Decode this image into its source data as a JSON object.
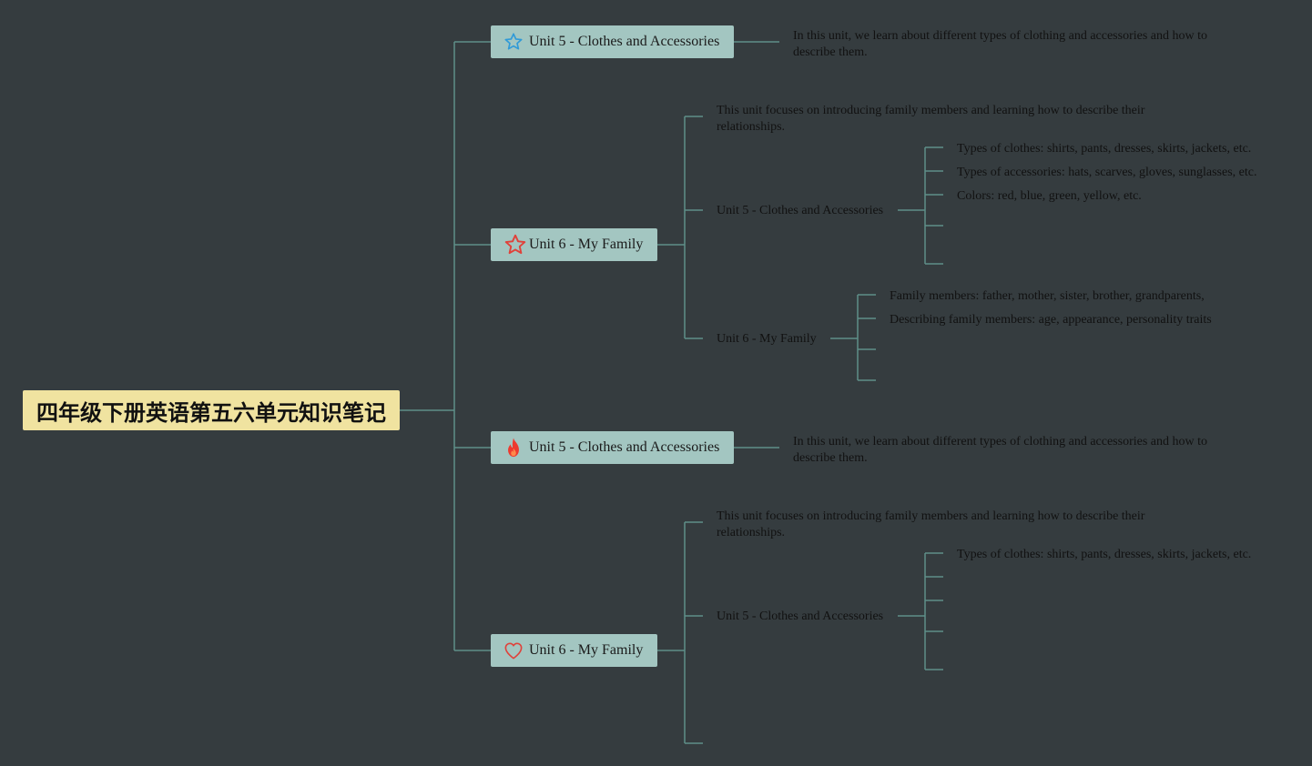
{
  "root": {
    "title": "四年级下册英语第五六单元知识笔记"
  },
  "branches": [
    {
      "label": "Unit 5 - Clothes and Accessories",
      "icon": "star-outline-blue-icon",
      "description": "In this unit, we learn about different types of clothing and accessories and how to describe them."
    },
    {
      "label": "Unit 6 - My Family",
      "icon": "star-outline-red-icon",
      "intro": "This unit focuses on introducing family members and learning how to describe their relationships.",
      "sub": [
        {
          "label": "Unit 5 - Clothes and Accessories",
          "items": [
            "Types of clothes: shirts, pants, dresses, skirts, jackets, etc.",
            "Types of accessories: hats, scarves, gloves, sunglasses, etc.",
            "Colors: red, blue, green, yellow, etc."
          ]
        },
        {
          "label": "Unit 6 - My Family",
          "items": [
            "Family members: father, mother, sister, brother, grandparents,",
            "Describing family members: age, appearance, personality traits"
          ]
        }
      ]
    },
    {
      "label": "Unit 5 - Clothes and Accessories",
      "icon": "flame-icon",
      "description": "In this unit, we learn about different types of clothing and accessories and how to describe them."
    },
    {
      "label": "Unit 6 - My Family",
      "icon": "heart-outline-icon",
      "intro": "This unit focuses on introducing family members and learning how to describe their relationships.",
      "sub": [
        {
          "label": "Unit 5 - Clothes and Accessories",
          "items": [
            "Types of clothes: shirts, pants, dresses, skirts, jackets, etc."
          ]
        }
      ]
    }
  ],
  "colors": {
    "background": "#353c3f",
    "connector": "#5e8f89",
    "branch_fill": "#a3c6c1",
    "root_fill": "#f0e3a0"
  }
}
